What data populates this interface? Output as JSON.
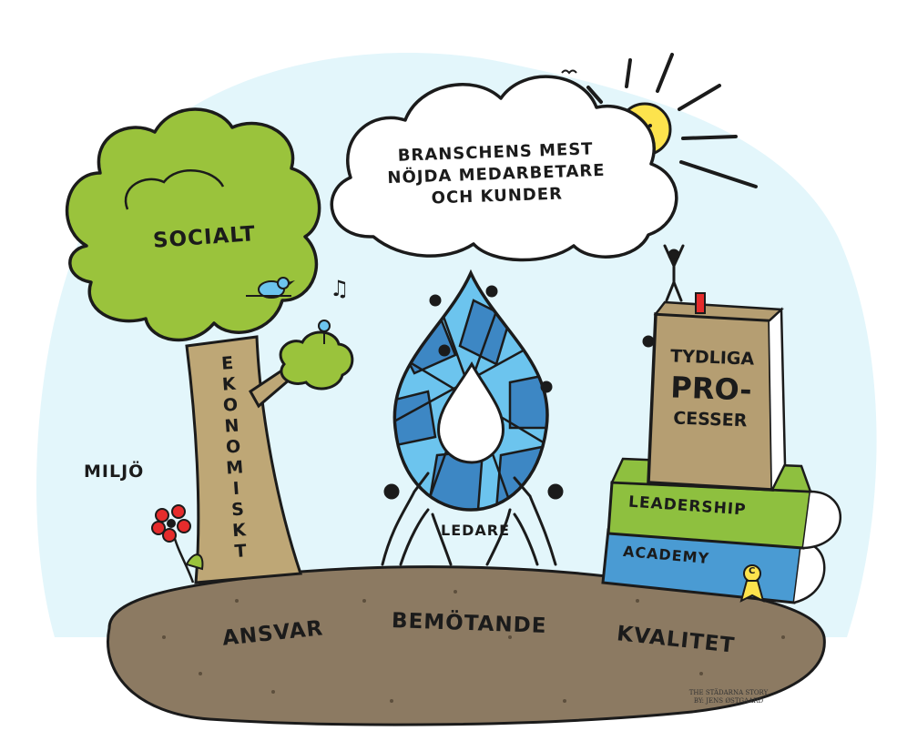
{
  "cloud": {
    "line1": "BRANSCHENS MEST",
    "line2": "NÖJDA MEDARBETARE",
    "line3": "OCH KUNDER"
  },
  "tree": {
    "crown_label": "SOCIALT",
    "trunk_label": "EKONOMISKT"
  },
  "environment_label": "MILJÖ",
  "drop_label": "LEDARE",
  "book": {
    "line1": "TYDLIGA",
    "line2": "PRO-",
    "line3": "CESSER"
  },
  "books_stack": {
    "top": "LEADERSHIP",
    "bottom": "ACADEMY",
    "badge": "C"
  },
  "ground": {
    "left": "ANSVAR",
    "center": "BEMÖTANDE",
    "right": "KVALITET"
  },
  "credit": {
    "line1": "THE STÄDARNA STORY",
    "line2": "BY: JENS ØSTGAARD"
  },
  "colors": {
    "sky": "#e3f6fb",
    "leaf": "#9ac33c",
    "trunk": "#bea776",
    "ground": "#8c7a62",
    "drop_light": "#6cc4ee",
    "drop_dark": "#3d87c4",
    "book_cover": "#b59e72",
    "book_green": "#8ec03f",
    "book_blue": "#4a9bd3",
    "sun": "#fde34d",
    "flower": "#e52c2c"
  }
}
